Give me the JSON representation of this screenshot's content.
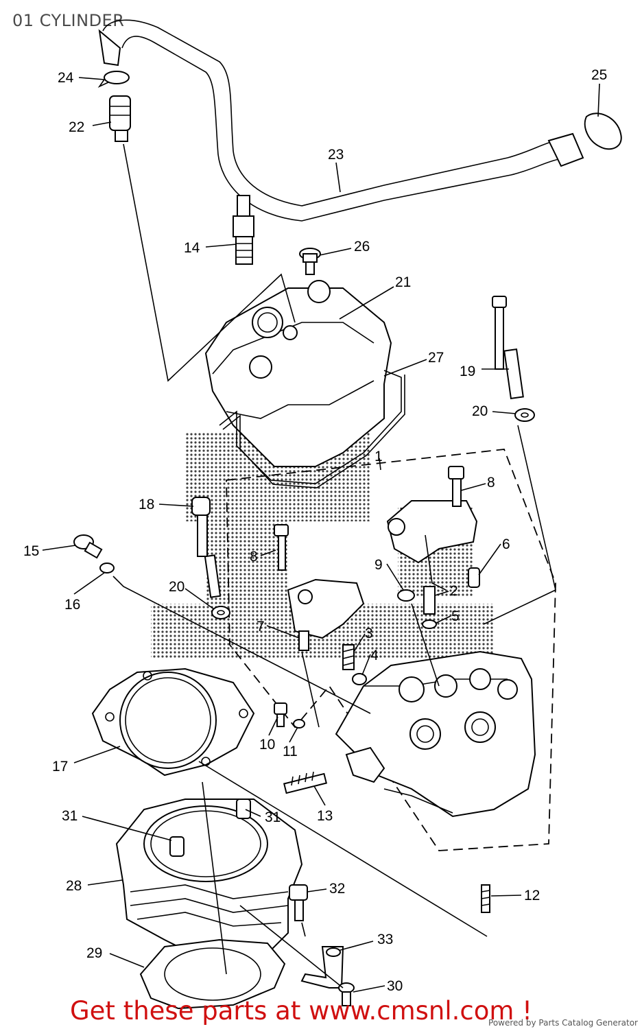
{
  "title": "01 CYLINDER",
  "callouts": [
    "24",
    "22",
    "25",
    "23",
    "14",
    "26",
    "21",
    "27",
    "19",
    "20",
    "1",
    "8",
    "18",
    "6",
    "15",
    "16",
    "9",
    "2",
    "5",
    "3",
    "4",
    "10",
    "11",
    "17",
    "13",
    "31",
    "31",
    "28",
    "32",
    "12",
    "33",
    "29",
    "30",
    "7",
    "20",
    "8"
  ],
  "footer": {
    "cta": "Get these parts at www.cmsnl.com !",
    "credit": "Powered by Parts Catalog Generator"
  },
  "colors": {
    "cta": "#d01010",
    "ink": "#000000",
    "title": "#4a4a4a"
  }
}
